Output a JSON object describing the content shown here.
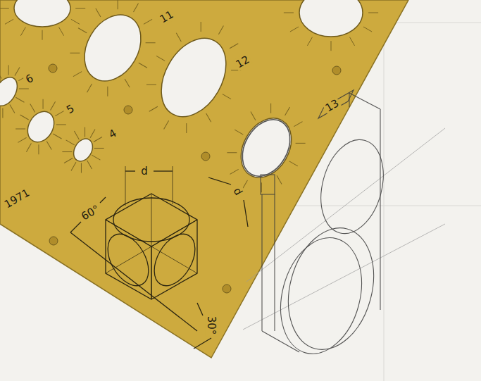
{
  "diagram": {
    "labels": [
      "11",
      "12",
      "6",
      "5",
      "4",
      "13",
      "d",
      "d",
      "60°",
      "30°",
      "1971"
    ]
  }
}
